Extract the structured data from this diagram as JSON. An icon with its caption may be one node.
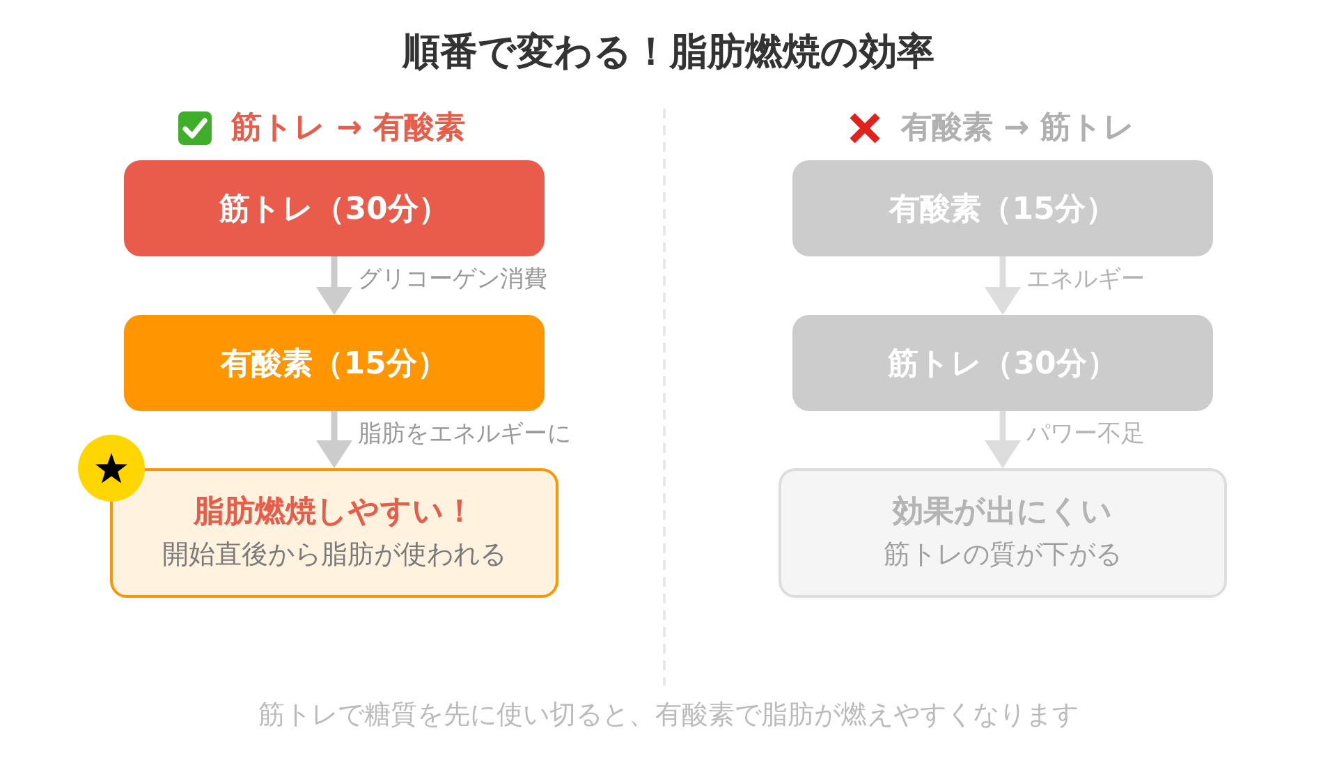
{
  "diagram": {
    "title": "順番で変わる！脂肪燃焼の効率",
    "nodes": [
      {
        "text": [
          "筋トレ（30分）"
        ]
      },
      {
        "text": [
          "有酸素（15分）"
        ]
      },
      {
        "text": [
          "脂肪燃焼しやすい！",
          "開始直後から脂肪が使われる"
        ]
      },
      {
        "text": [
          "有酸素（15分）"
        ]
      },
      {
        "text": [
          "筋トレ（30分）"
        ]
      },
      {
        "text": [
          "効果が出にくい",
          "筋トレの質が下がる"
        ]
      }
    ],
    "edges": [
      {
        "from": 0,
        "to": 1,
        "arrow": "to",
        "label": "グリコーゲン消費"
      },
      {
        "from": 1,
        "to": 2,
        "arrow": "to",
        "label": "脂肪をエネルギーに"
      },
      {
        "from": 3,
        "to": 4,
        "arrow": "to",
        "label": "エネルギー",
        "color": "#dddddd"
      },
      {
        "from": 4,
        "to": 5,
        "arrow": "to",
        "label": "パワー不足",
        "color": "#dddddd"
      }
    ],
    "labels": [
      "筋トレ → 有酸素",
      "有酸素 → 筋トレ"
    ],
    "caption": "筋トレで糖質を先に使い切ると、有酸素で脂肪が燃えやすくなります"
  }
}
